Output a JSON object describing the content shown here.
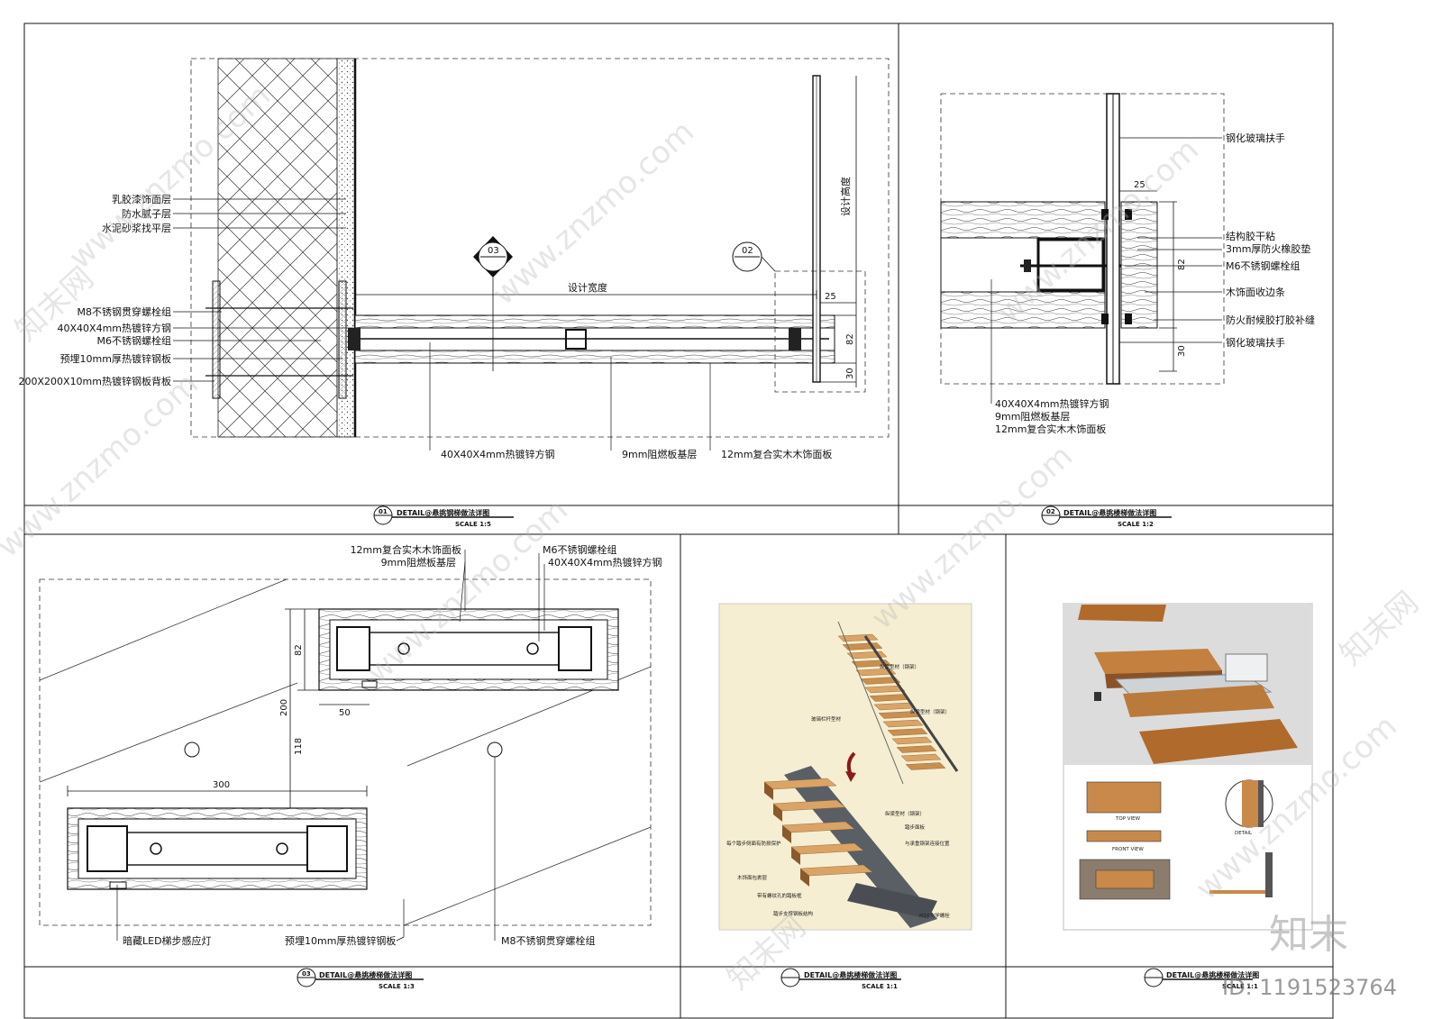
{
  "detail1": {
    "labels_left": [
      "乳胶漆饰面层",
      "防水腻子层",
      "水泥砂浆找平层",
      "M8不锈钢贯穿螺栓组",
      "40X40X4mm热镀锌方钢",
      "M6不锈钢螺栓组",
      "预埋10mm厚热镀锌钢板",
      "200X200X10mm热镀锌钢板背板"
    ],
    "labels_bottom": [
      "40X40X4mm热镀锌方钢",
      "9mm阻燃板基层",
      "12mm复合实木木饰面板"
    ],
    "width_label": "设计宽度",
    "height_label": "设计高度",
    "dims": [
      "25",
      "82",
      "30"
    ],
    "callouts": [
      "03",
      "02"
    ],
    "title_num": "01",
    "title": "DETAIL@悬挑钢梯做法详图",
    "scale": "SCALE 1:5"
  },
  "detail2": {
    "labels_right": [
      "钢化玻璃扶手",
      "结构胶干粘",
      "3mm厚防火橡胶垫",
      "M6不锈钢螺栓组",
      "木饰面收边条",
      "防火耐候胶打胶补缝",
      "钢化玻璃扶手"
    ],
    "labels_bottom": [
      "40X40X4mm热镀锌方钢",
      "9mm阻燃板基层",
      "12mm复合实木木饰面板"
    ],
    "dims": [
      "25",
      "82",
      "30"
    ],
    "title_num": "02",
    "title": "DETAIL@悬挑楼梯做法详图",
    "scale": "SCALE 1:2"
  },
  "detail3": {
    "labels_top": [
      "12mm复合实木木饰面板",
      "9mm阻燃板基层",
      "M6不锈钢螺栓组",
      "40X40X4mm热镀锌方钢"
    ],
    "labels_bottom": [
      "暗藏LED梯步感应灯",
      "预埋10mm厚热镀锌钢板",
      "M8不锈钢贯穿螺栓组"
    ],
    "dims": [
      "82",
      "200",
      "118",
      "50",
      "300"
    ],
    "title_num": "03",
    "title": "DETAIL@悬挑楼梯做法详图",
    "scale": "SCALE 1:3"
  },
  "detail4": {
    "labels": [
      "纵梁型材（钢架）",
      "玻璃栏杆型材",
      "纵梁型材（钢架）",
      "纵梁型材（钢架）",
      "踏步面板",
      "与承重钢架连接位置",
      "每个踏步侧面有防损保护",
      "木饰面包裹层",
      "带有螺纹孔的踏板框",
      "踏步支撑钢板结构",
      "M16化学螺栓"
    ],
    "title": "DETAIL@悬挑楼梯做法详图",
    "scale": "SCALE 1:1"
  },
  "detail5": {
    "view_labels": [
      "TOP VIEW",
      "FRONT VIEW",
      "DETAIL"
    ],
    "title": "DETAIL@悬挑楼梯做法详图",
    "scale": "SCALE 1:1"
  },
  "watermarks": {
    "site": "www.znzmo.com",
    "brand": "知末网",
    "logo": "知末",
    "id": "ID: 1191523764"
  },
  "colors": {
    "line": "#111111",
    "wood": "#c98f4f",
    "wood_dark": "#8a5a2b",
    "steel": "#555a60",
    "render_bg": "#f6eed2"
  }
}
